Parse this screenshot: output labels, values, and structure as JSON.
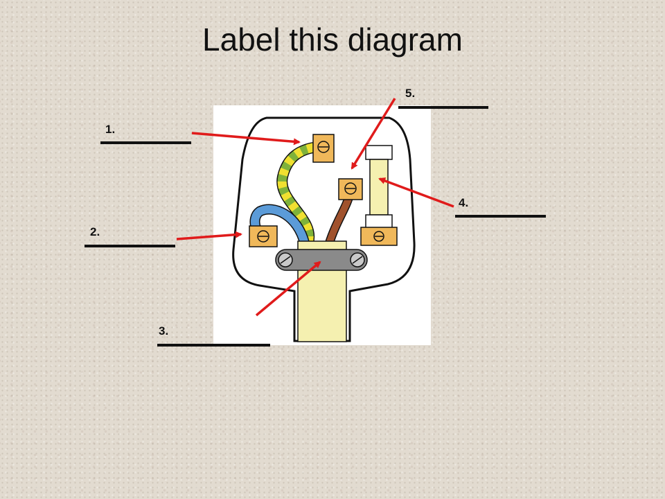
{
  "title": "Label this diagram",
  "labels": [
    "1.",
    "2.",
    "3.",
    "4.",
    "5."
  ],
  "colors": {
    "arrow": "#e01b1b",
    "plug_body": "#ffffff",
    "terminal": "#f0b85a",
    "earth_green": "#7fb23a",
    "earth_yellow": "#f0e030",
    "neutral_blue": "#5b9bd8",
    "live_brown": "#a0522d",
    "cable": "#f5f0b0",
    "clamp": "#8a8a8a"
  }
}
